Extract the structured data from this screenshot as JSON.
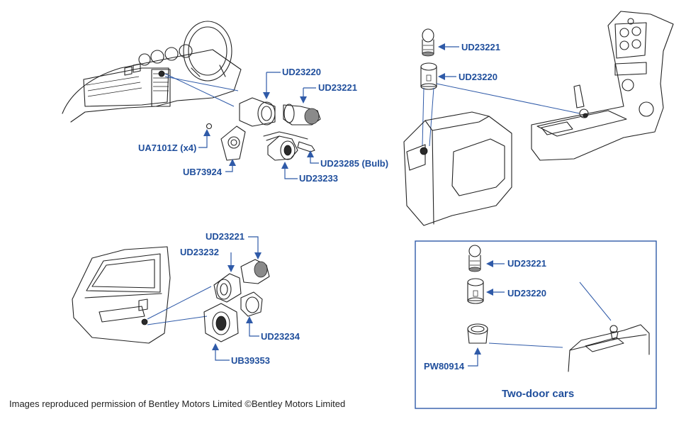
{
  "labels": {
    "ud23220_a": "UD23220",
    "ud23221_a": "UD23221",
    "ua7101z": "UA7101Z (x4)",
    "ub73924": "UB73924",
    "ud23285": "UD23285 (Bulb)",
    "ud23233": "UD23233",
    "ud23221_b": "UD23221",
    "ud23220_b": "UD23220",
    "ud23221_c": "UD23221",
    "ud23232": "UD23232",
    "ud23234": "UD23234",
    "ub39353": "UB39353",
    "ud23221_d": "UD23221",
    "ud23220_d": "UD23220",
    "pw80914": "PW80914"
  },
  "two_door_title": "Two-door cars",
  "credit": "Images reproduced permission of Bentley Motors Limited ©Bentley Motors Limited",
  "colors": {
    "label": "#1f4e9c",
    "leader": "#2f5aa8",
    "ink": "#222222"
  }
}
